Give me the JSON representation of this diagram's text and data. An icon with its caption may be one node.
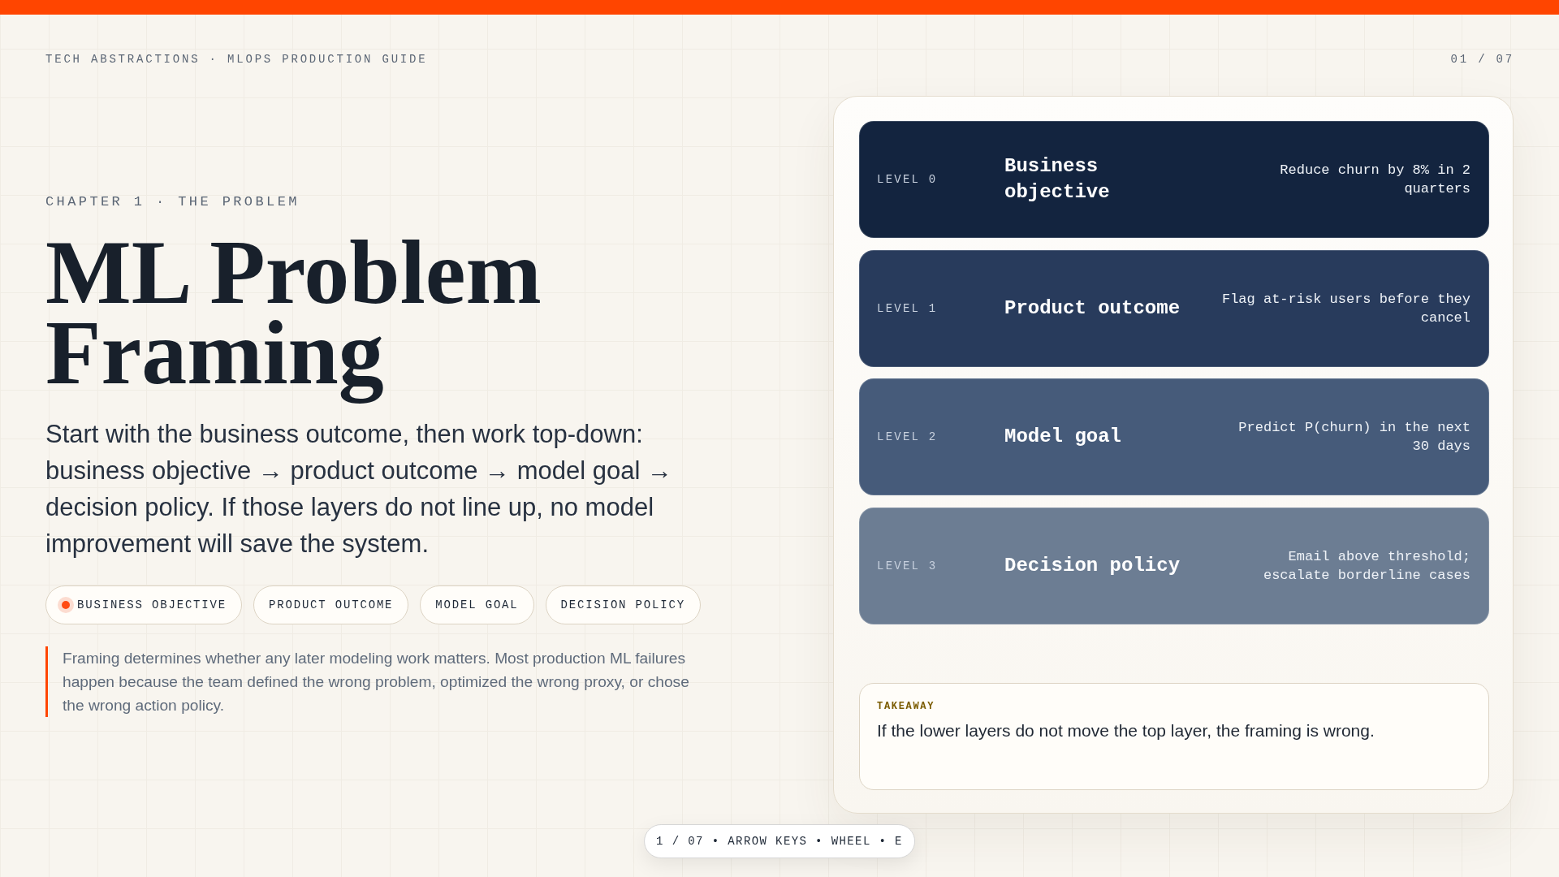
{
  "diagram": {
    "title": "ML Problem Framing",
    "nodes": [
      {
        "text": [
          "BUSINESS OBJECTIVE"
        ]
      },
      {
        "text": [
          "PRODUCT OUTCOME"
        ]
      },
      {
        "text": [
          "MODEL GOAL"
        ]
      },
      {
        "text": [
          "DECISION POLICY"
        ]
      },
      {
        "text": [],
        "shape": "box"
      },
      {
        "text": [
          "LEVEL 0",
          "Business objective",
          "Reduce churn by 8% in 2 quarters"
        ],
        "in": 4
      },
      {
        "text": [
          "LEVEL 1",
          "Product outcome",
          "Flag at-risk users before they cancel"
        ],
        "in": 4
      },
      {
        "text": [
          "LEVEL 2",
          "Model goal",
          "Predict P(churn) in the next 30 days"
        ],
        "in": 4
      },
      {
        "text": [
          "LEVEL 3",
          "Decision policy",
          "Email above threshold; escalate borderline cases"
        ],
        "in": 4
      },
      {
        "text": [
          "TAKEAWAY",
          "If the lower layers do not move the top layer, the framing is wrong."
        ],
        "in": 4
      },
      {
        "text": [
          "1 / 07 • ARROW KEYS • WHEEL • E"
        ]
      }
    ],
    "labels": [
      "TECH ABSTRACTIONS · MLOPS PRODUCTION GUIDE",
      "01 / 07",
      "CHAPTER 1 · THE PROBLEM",
      "Start with the business outcome, then work top-down: business objective → product outcome → model goal → decision policy. If those layers do not line up, no model improvement will save the system.",
      "Framing determines whether any later modeling work matters. Most production ML failures happen because the team defined the wrong problem, optimized the wrong proxy, or chose the wrong action policy."
    ]
  }
}
